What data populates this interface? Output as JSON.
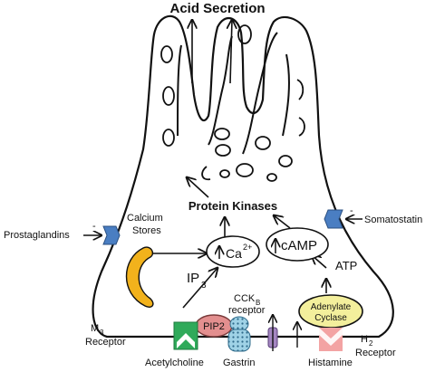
{
  "title": "Acid Secretion",
  "labels": {
    "protein_kinases": "Protein Kinases",
    "calcium_stores_1": "Calcium",
    "calcium_stores_2": "Stores",
    "ca": "Ca",
    "ca_sup": "2+",
    "camp": "cAMP",
    "atp": "ATP",
    "ip": "IP",
    "ip_sub": "3",
    "pip2": "PIP2",
    "cck": "CCK",
    "cck_sub": "B",
    "cck_2": "receptor",
    "adenylate_1": "Adenylate",
    "adenylate_2": "Cyclase",
    "prostaglandins": "Prostaglandins",
    "somatostatin": "Somatostatin",
    "m3_1": "M",
    "m3_sub": "3",
    "m3_2": "Receptor",
    "h2_1": "H",
    "h2_sub": "2",
    "h2_2": "Receptor",
    "acetylcholine": "Acetylcholine",
    "gastrin": "Gastrin",
    "histamine": "Histamine",
    "minus": "-",
    "minus2": "-"
  },
  "colors": {
    "calcium_store": "#f2b21c",
    "receptor_blue": "#4a7ec2",
    "pip2": "#e38f8f",
    "adenylate": "#f3ef9c",
    "m3_green": "#2faa5a",
    "h2_pink": "#f3a3a3",
    "gastrin_receptor": "#9fd2e6",
    "channel_purple": "#a587c2"
  }
}
